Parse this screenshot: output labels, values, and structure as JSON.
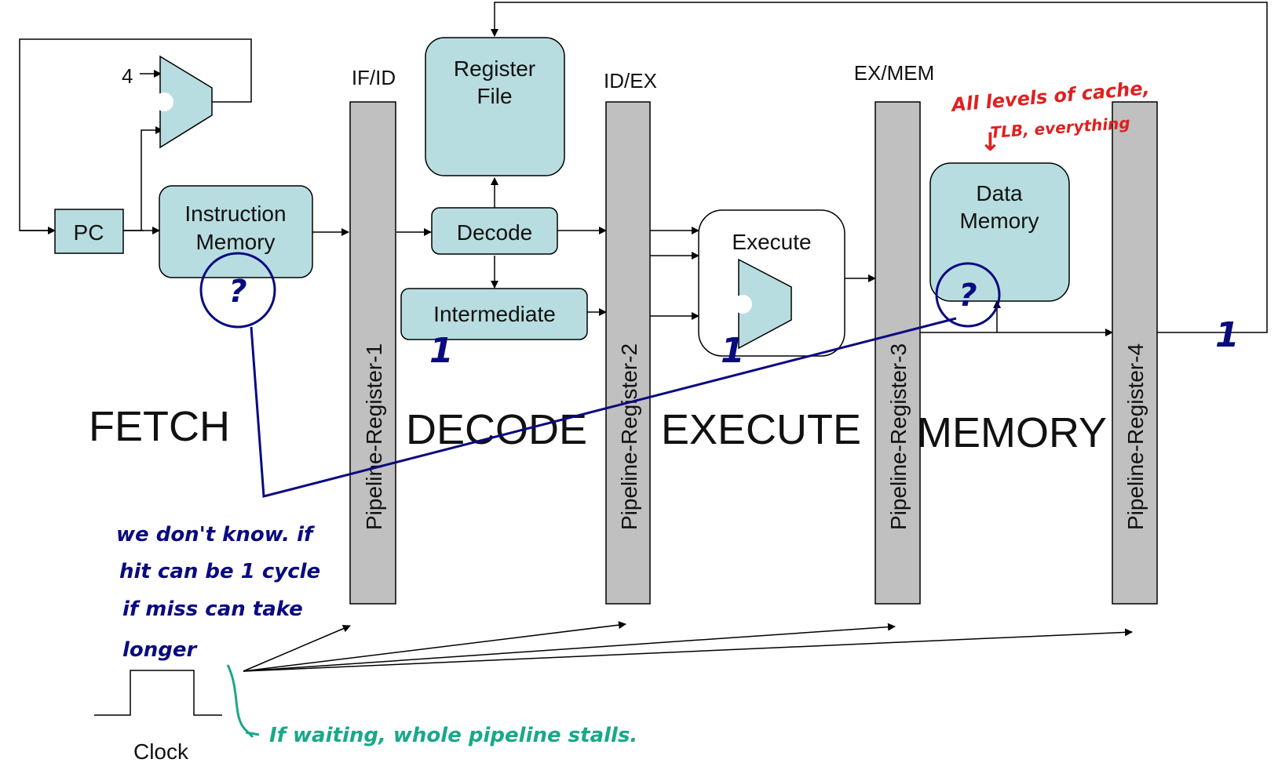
{
  "registers": {
    "ifid": "IF/ID",
    "idex": "ID/EX",
    "exmem": "EX/MEM",
    "p1": "Pipeline-Register-1",
    "p2": "Pipeline-Register-2",
    "p3": "Pipeline-Register-3",
    "p4": "Pipeline-Register-4"
  },
  "blocks": {
    "constant_four": "4",
    "pc": "PC",
    "instruction_memory": [
      "Instruction",
      "Memory"
    ],
    "register_file": [
      "Register",
      "File"
    ],
    "decode": "Decode",
    "intermediate": "Intermediate",
    "execute": "Execute",
    "data_memory": [
      "Data",
      "Memory"
    ]
  },
  "stages": {
    "fetch": "FETCH",
    "decode": "DECODE",
    "execute": "EXECUTE",
    "memory": "MEMORY"
  },
  "clock_label": "Clock",
  "annotations": {
    "question_mark": "?",
    "latency_one": "1",
    "cache_note": [
      "All levels of cache,",
      "TLB, everything"
    ],
    "cache_arrow": "↓",
    "hit_miss_note": [
      "we don't know. if",
      "hit can be 1 cycle",
      "if miss can take",
      "longer"
    ],
    "stall_note": "If waiting, whole pipeline stalls."
  },
  "colors": {
    "block_fill": "#b8dde0",
    "register_fill": "#c0c0c0",
    "ink_blue": "#0a0a80",
    "ink_red": "#e02020",
    "ink_teal": "#1aa88a"
  }
}
